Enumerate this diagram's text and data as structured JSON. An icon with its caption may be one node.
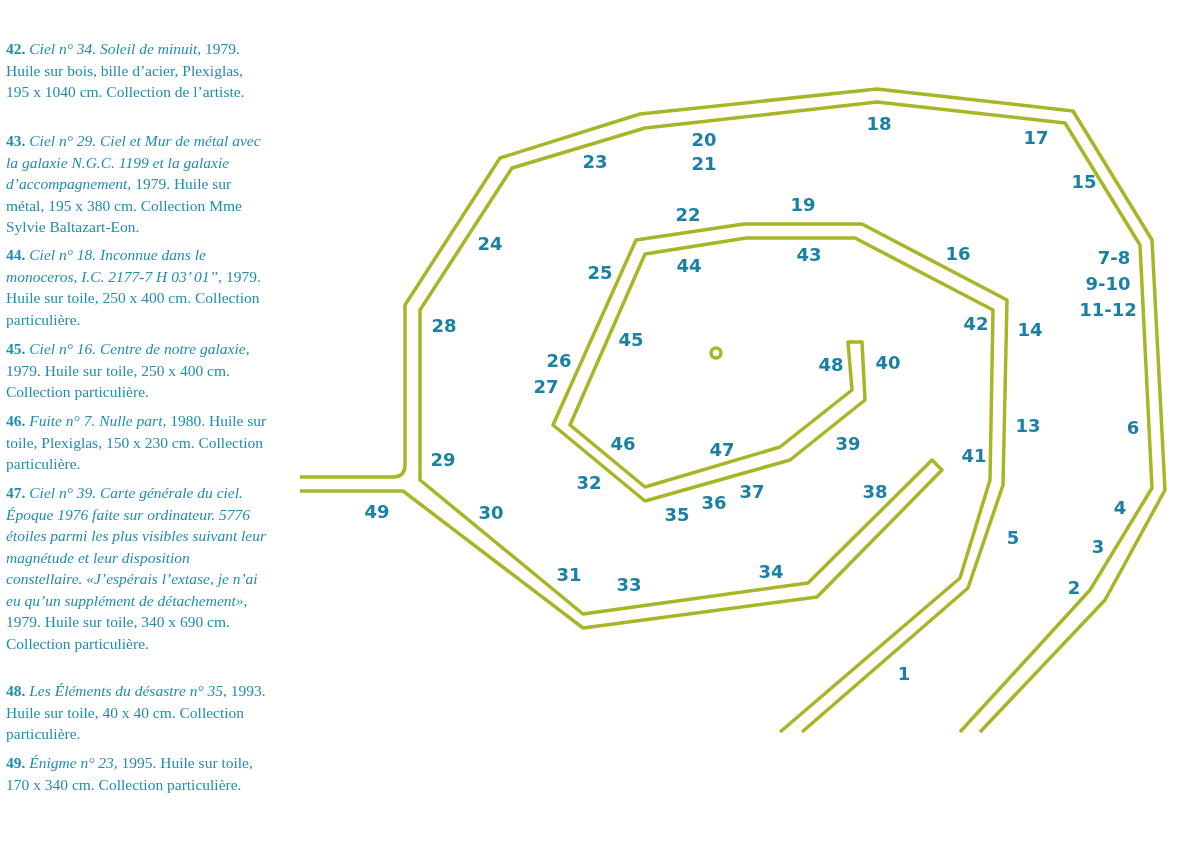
{
  "diagram": {
    "labels": [
      "**42.** *Ciel n° 34. Soleil de minuit,* 1979. Huile sur bois, bille d’acier, Plexiglas, 195 x 1040 cm. Collection de l’artiste.",
      "**43.** *Ciel n° 29. Ciel et Mur de métal avec la galaxie N.G.C. 1199 et la galaxie d’accompagnement,* 1979. Huile sur métal, 195 x 380 cm. Collection Mme Sylvie Baltazart-Eon.",
      "**44.** *Ciel n° 18. Inconnue dans le monoceros, I.C. 2177-7 H 03’ 01”,* 1979. Huile sur toile, 250 x 400 cm. Collection particulière.",
      "**45.** *Ciel n° 16. Centre de notre galaxie,* 1979. Huile sur toile, 250 x 400 cm. Collection particulière.",
      "**46.** *Fuite n° 7. Nulle part,* 1980. Huile sur toile, Plexiglas, 150 x 230 cm. Collection particulière.",
      "**47.** *Ciel n° 39. Carte générale du ciel. Époque 1976 faite sur ordinateur. 5776 étoiles parmi les plus visibles suivant leur magnétude et leur disposition constellaire. «J’espérais l’extase, je n’ai eu qu’un supplément de détachement»,* 1979. Huile sur toile, 340 x 690 cm. Collection particulière.",
      "**48.** *Les Éléments du désastre n° 35,* 1993. Huile sur toile, 40 x 40 cm. Collection particulière.",
      "**49.** *Énigme n° 23,* 1995. Huile sur toile, 170 x 340 cm. Collection particulière.",
      "18",
      "17",
      "20",
      "23",
      "21",
      "15",
      "19",
      "22",
      "24",
      "16",
      "43",
      "7-8",
      "44",
      "25",
      "9-10",
      "11-12",
      "42",
      "28",
      "14",
      "45",
      "26",
      "40",
      "48",
      "27",
      "13",
      "6",
      "39",
      "46",
      "47",
      "41",
      "29",
      "32",
      "37",
      "38",
      "36",
      "4",
      "49",
      "30",
      "35",
      "5",
      "3",
      "34",
      "31",
      "33",
      "2",
      "1"
    ]
  }
}
